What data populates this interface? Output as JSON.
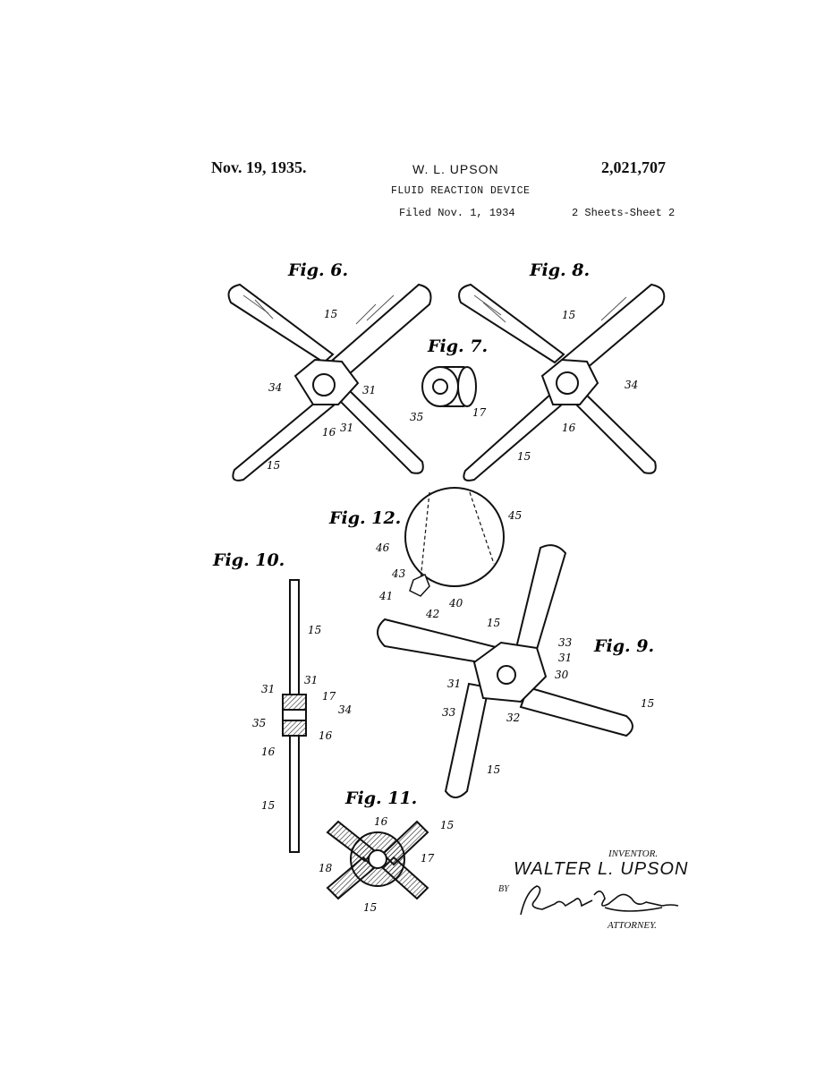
{
  "header": {
    "date": "Nov. 19, 1935.",
    "inventor": "W. L. UPSON",
    "patent_number": "2,021,707",
    "title": "FLUID REACTION DEVICE",
    "filed": "Filed Nov. 1, 1934",
    "sheets": "2 Sheets-Sheet 2"
  },
  "figures": {
    "fig6": "Fig. 6.",
    "fig7": "Fig. 7.",
    "fig8": "Fig. 8.",
    "fig9": "Fig. 9.",
    "fig10": "Fig. 10.",
    "fig11": "Fig. 11.",
    "fig12": "Fig. 12."
  },
  "refs": {
    "n15": "15",
    "n16": "16",
    "n17": "17",
    "n18": "18",
    "n30": "30",
    "n31": "31",
    "n32": "32",
    "n33": "33",
    "n34": "34",
    "n35": "35",
    "n40": "40",
    "n41": "41",
    "n42": "42",
    "n43": "43",
    "n45": "45",
    "n46": "46"
  },
  "signature": {
    "inventor_caption": "INVENTOR.",
    "inventor_name": "WALTER L. UPSON",
    "by": "BY",
    "attorney_signature": "Robert B. Terry",
    "attorney_caption": "ATTORNEY."
  }
}
